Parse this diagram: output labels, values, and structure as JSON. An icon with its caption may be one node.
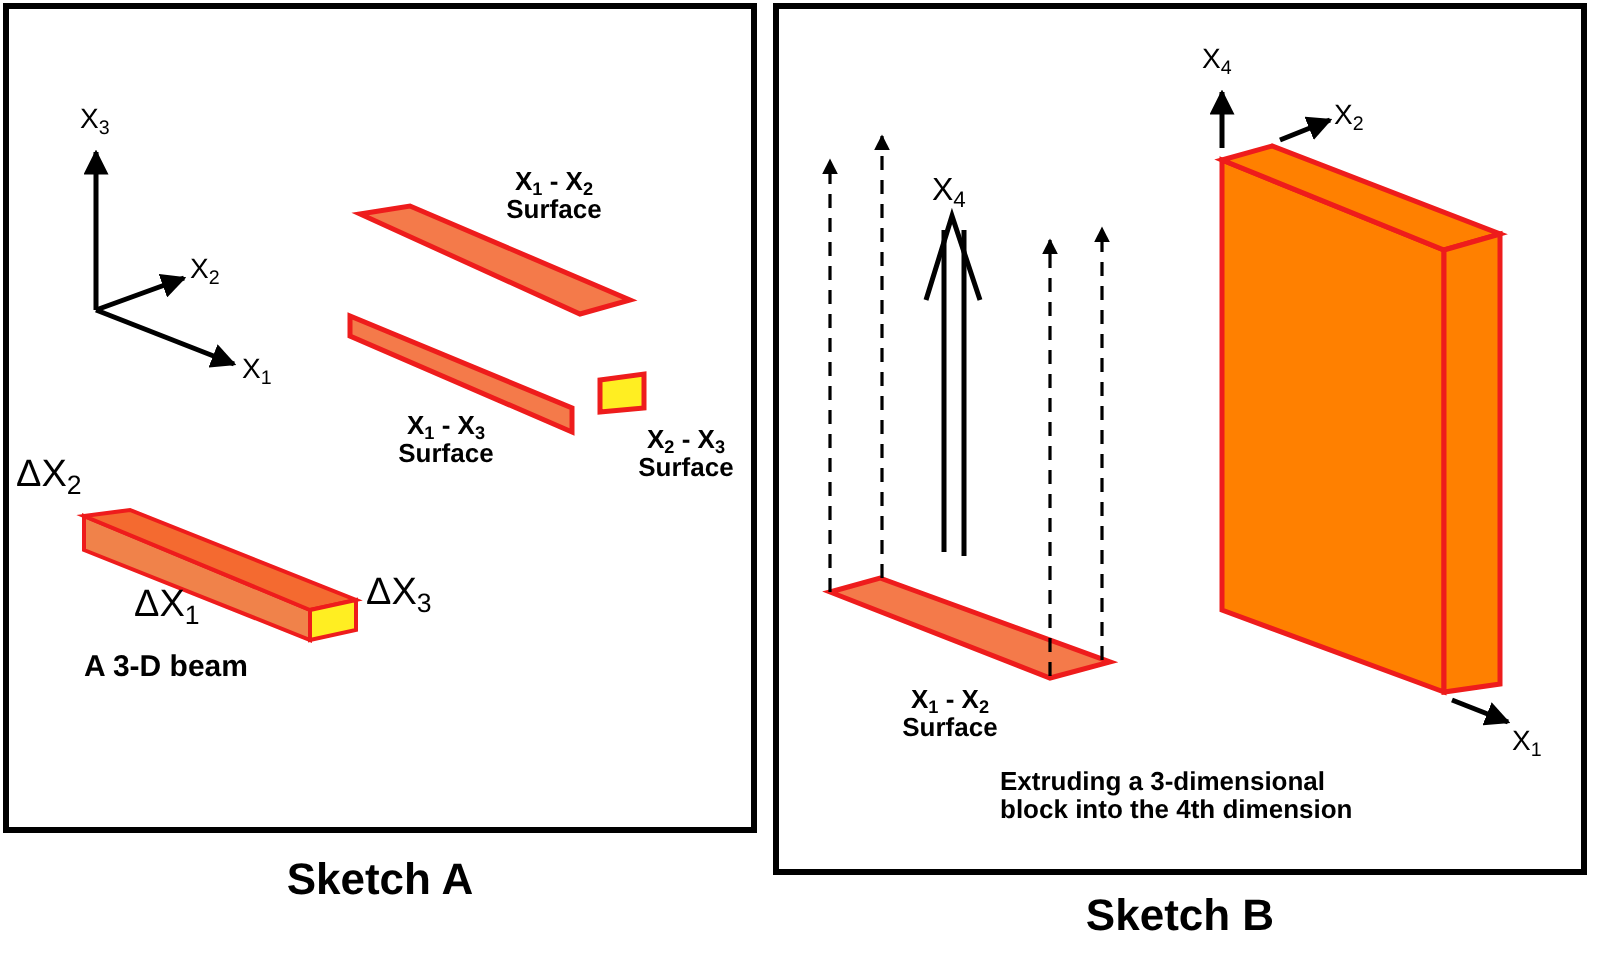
{
  "diagram": {
    "labels": [
      "X$_{3}$",
      "X$_{1}$ - X$_{2}$ Surface",
      "X$_{2}$",
      "X$_{1}$",
      "X$_{1}$ - X$_{3}$ Surface",
      "X$_{2}$ - X$_{3}$ Surface",
      "ΔX$_{2}$",
      "ΔX$_{1}$",
      "ΔX$_{3}$",
      "A 3-D beam",
      "Sketch A",
      "X$_{4}$",
      "X$_{2}$",
      "X$_{4}$",
      "X$_{1}$ - X$_{2}$ Surface",
      "X$_{1}$",
      "Extruding a 3-dimensional block into the 4th dimension",
      "Sketch B"
    ]
  }
}
